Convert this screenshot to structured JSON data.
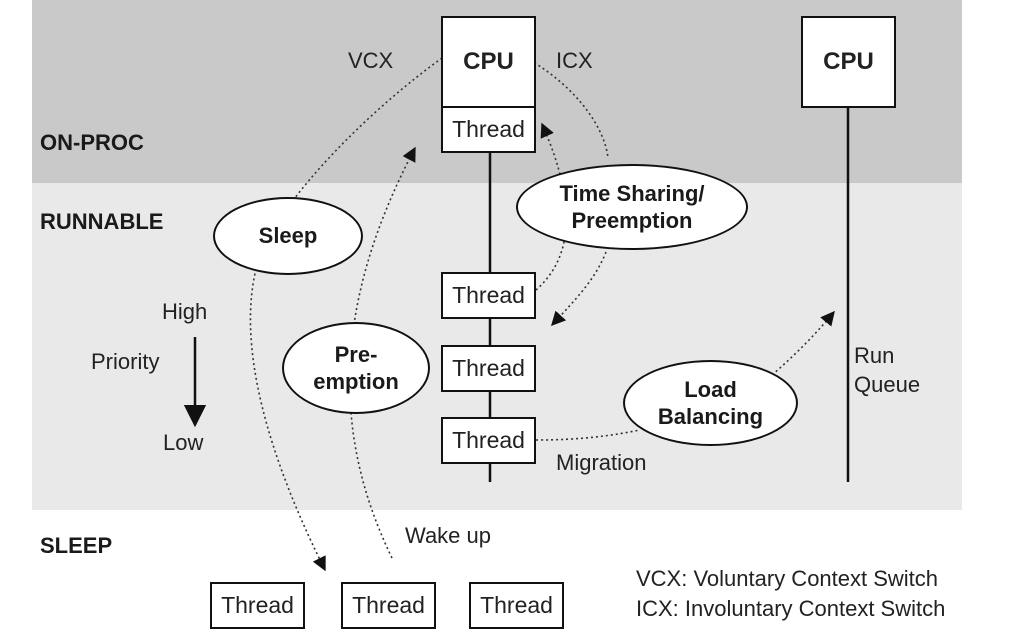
{
  "states": {
    "onproc": "ON-PROC",
    "runnable": "RUNNABLE",
    "sleep": "SLEEP"
  },
  "cpu_label": "CPU",
  "thread_label": "Thread",
  "switch_labels": {
    "vcx": "VCX",
    "icx": "ICX"
  },
  "ellipses": {
    "sleep": "Sleep",
    "time_sharing": [
      "Time Sharing/",
      "Preemption"
    ],
    "preemption": [
      "Pre-",
      "emption"
    ],
    "load_balancing": [
      "Load",
      "Balancing"
    ]
  },
  "priority": {
    "high": "High",
    "label": "Priority",
    "low": "Low"
  },
  "run_queue": [
    "Run",
    "Queue"
  ],
  "migration": "Migration",
  "wake_up": "Wake up",
  "legend": {
    "vcx": "VCX: Voluntary Context Switch",
    "icx": "ICX: Involuntary Context Switch"
  },
  "colors": {
    "onproc_band": "#c9c9c9",
    "runnable_band": "#e9e9e9",
    "line": "#111111"
  }
}
